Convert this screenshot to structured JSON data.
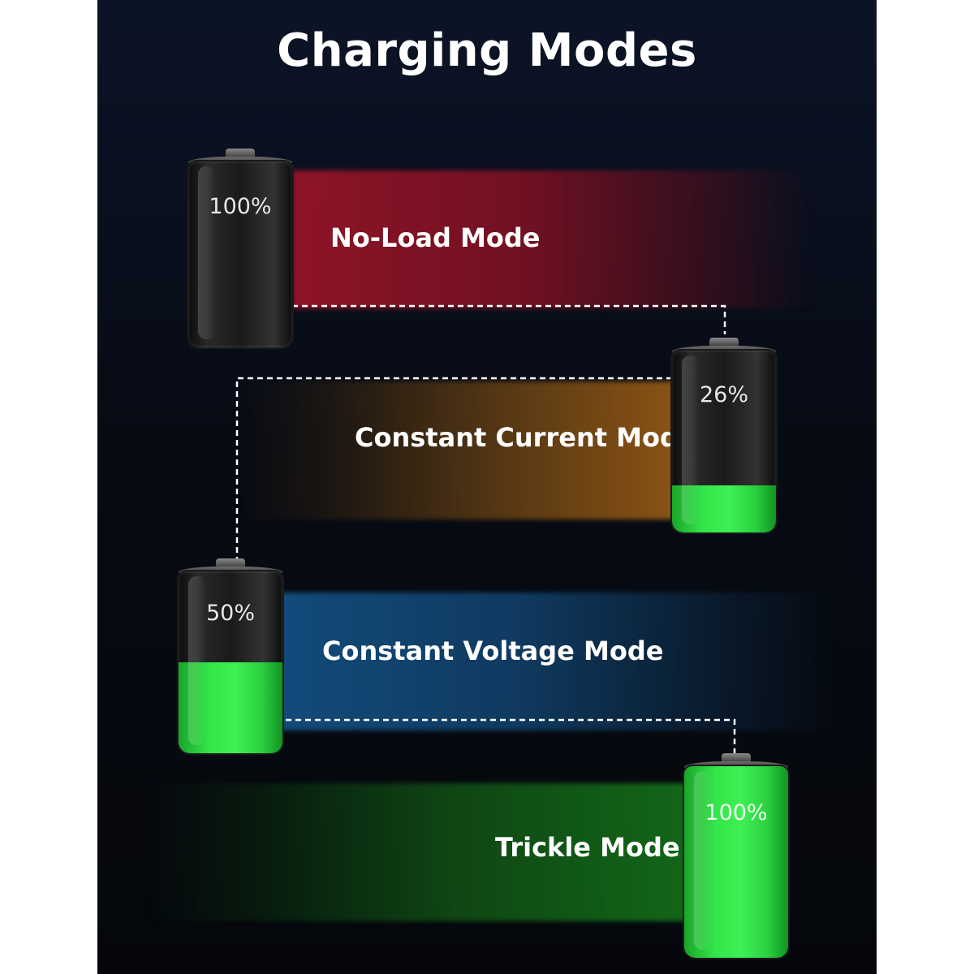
{
  "title": "Charging Modes",
  "modes": [
    {
      "label": "No-Load Mode",
      "battery_label": "100%",
      "fill_fraction": 0.0,
      "band_color": "#8f1428"
    },
    {
      "label": "Constant Current Mode",
      "battery_label": "26%",
      "fill_fraction": 0.26,
      "band_color": "#a0601a"
    },
    {
      "label": "Constant Voltage Mode",
      "battery_label": "50%",
      "fill_fraction": 0.5,
      "band_color": "#155a8a"
    },
    {
      "label": "Trickle Mode",
      "battery_label": "100%",
      "fill_fraction": 1.0,
      "band_color": "#166e1a"
    }
  ],
  "colors": {
    "fill_green": "#33e64a",
    "connector": "#ffffff"
  }
}
